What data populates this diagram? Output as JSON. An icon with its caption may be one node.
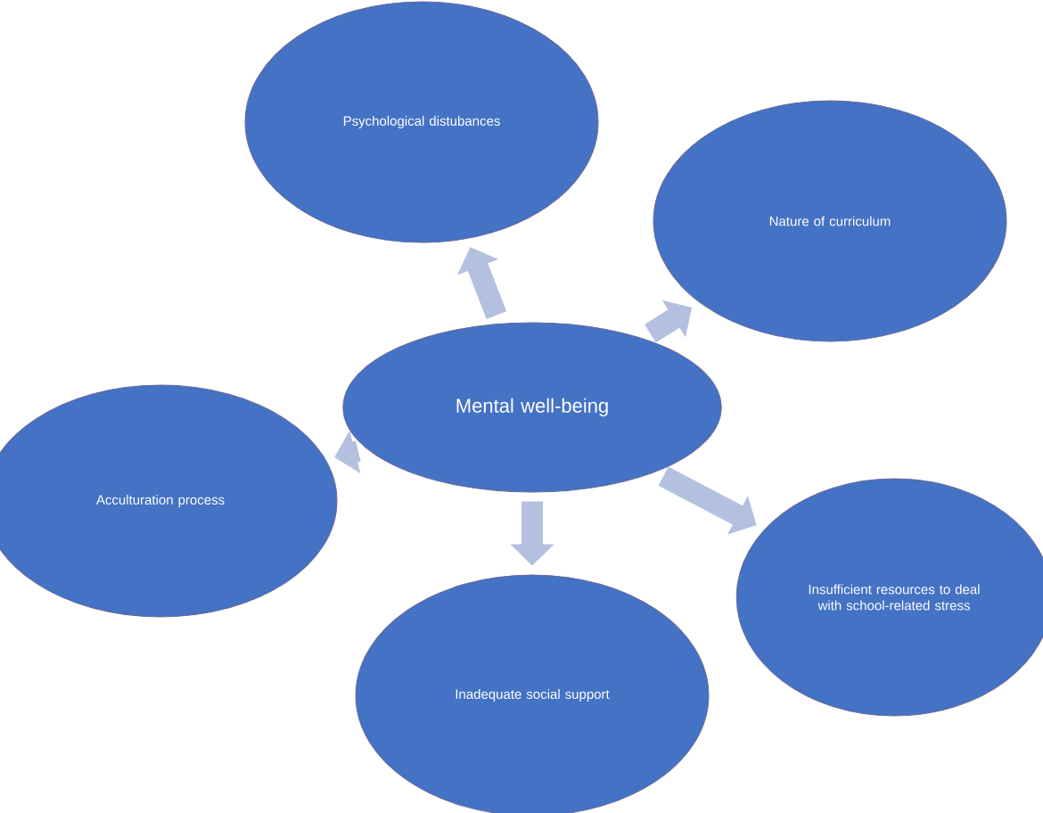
{
  "diagram": {
    "nodes": [
      {
        "text": [
          "Mental well-being"
        ]
      },
      {
        "text": [
          "Psychological distubances"
        ]
      },
      {
        "text": [
          "Nature of curriculum"
        ]
      },
      {
        "text": [
          "Acculturation process"
        ]
      },
      {
        "text": [
          "Insufficient resources to deal with school-related stress"
        ]
      },
      {
        "text": [
          "Inadequate social support"
        ]
      }
    ],
    "edges": [
      {
        "from": 0,
        "to": 1,
        "arrow": "to"
      },
      {
        "from": 0,
        "to": 2,
        "arrow": "to"
      },
      {
        "from": 0,
        "to": 3,
        "arrow": "to"
      },
      {
        "from": 0,
        "to": 4,
        "arrow": "to"
      },
      {
        "from": 0,
        "to": 5,
        "arrow": "to"
      }
    ]
  }
}
